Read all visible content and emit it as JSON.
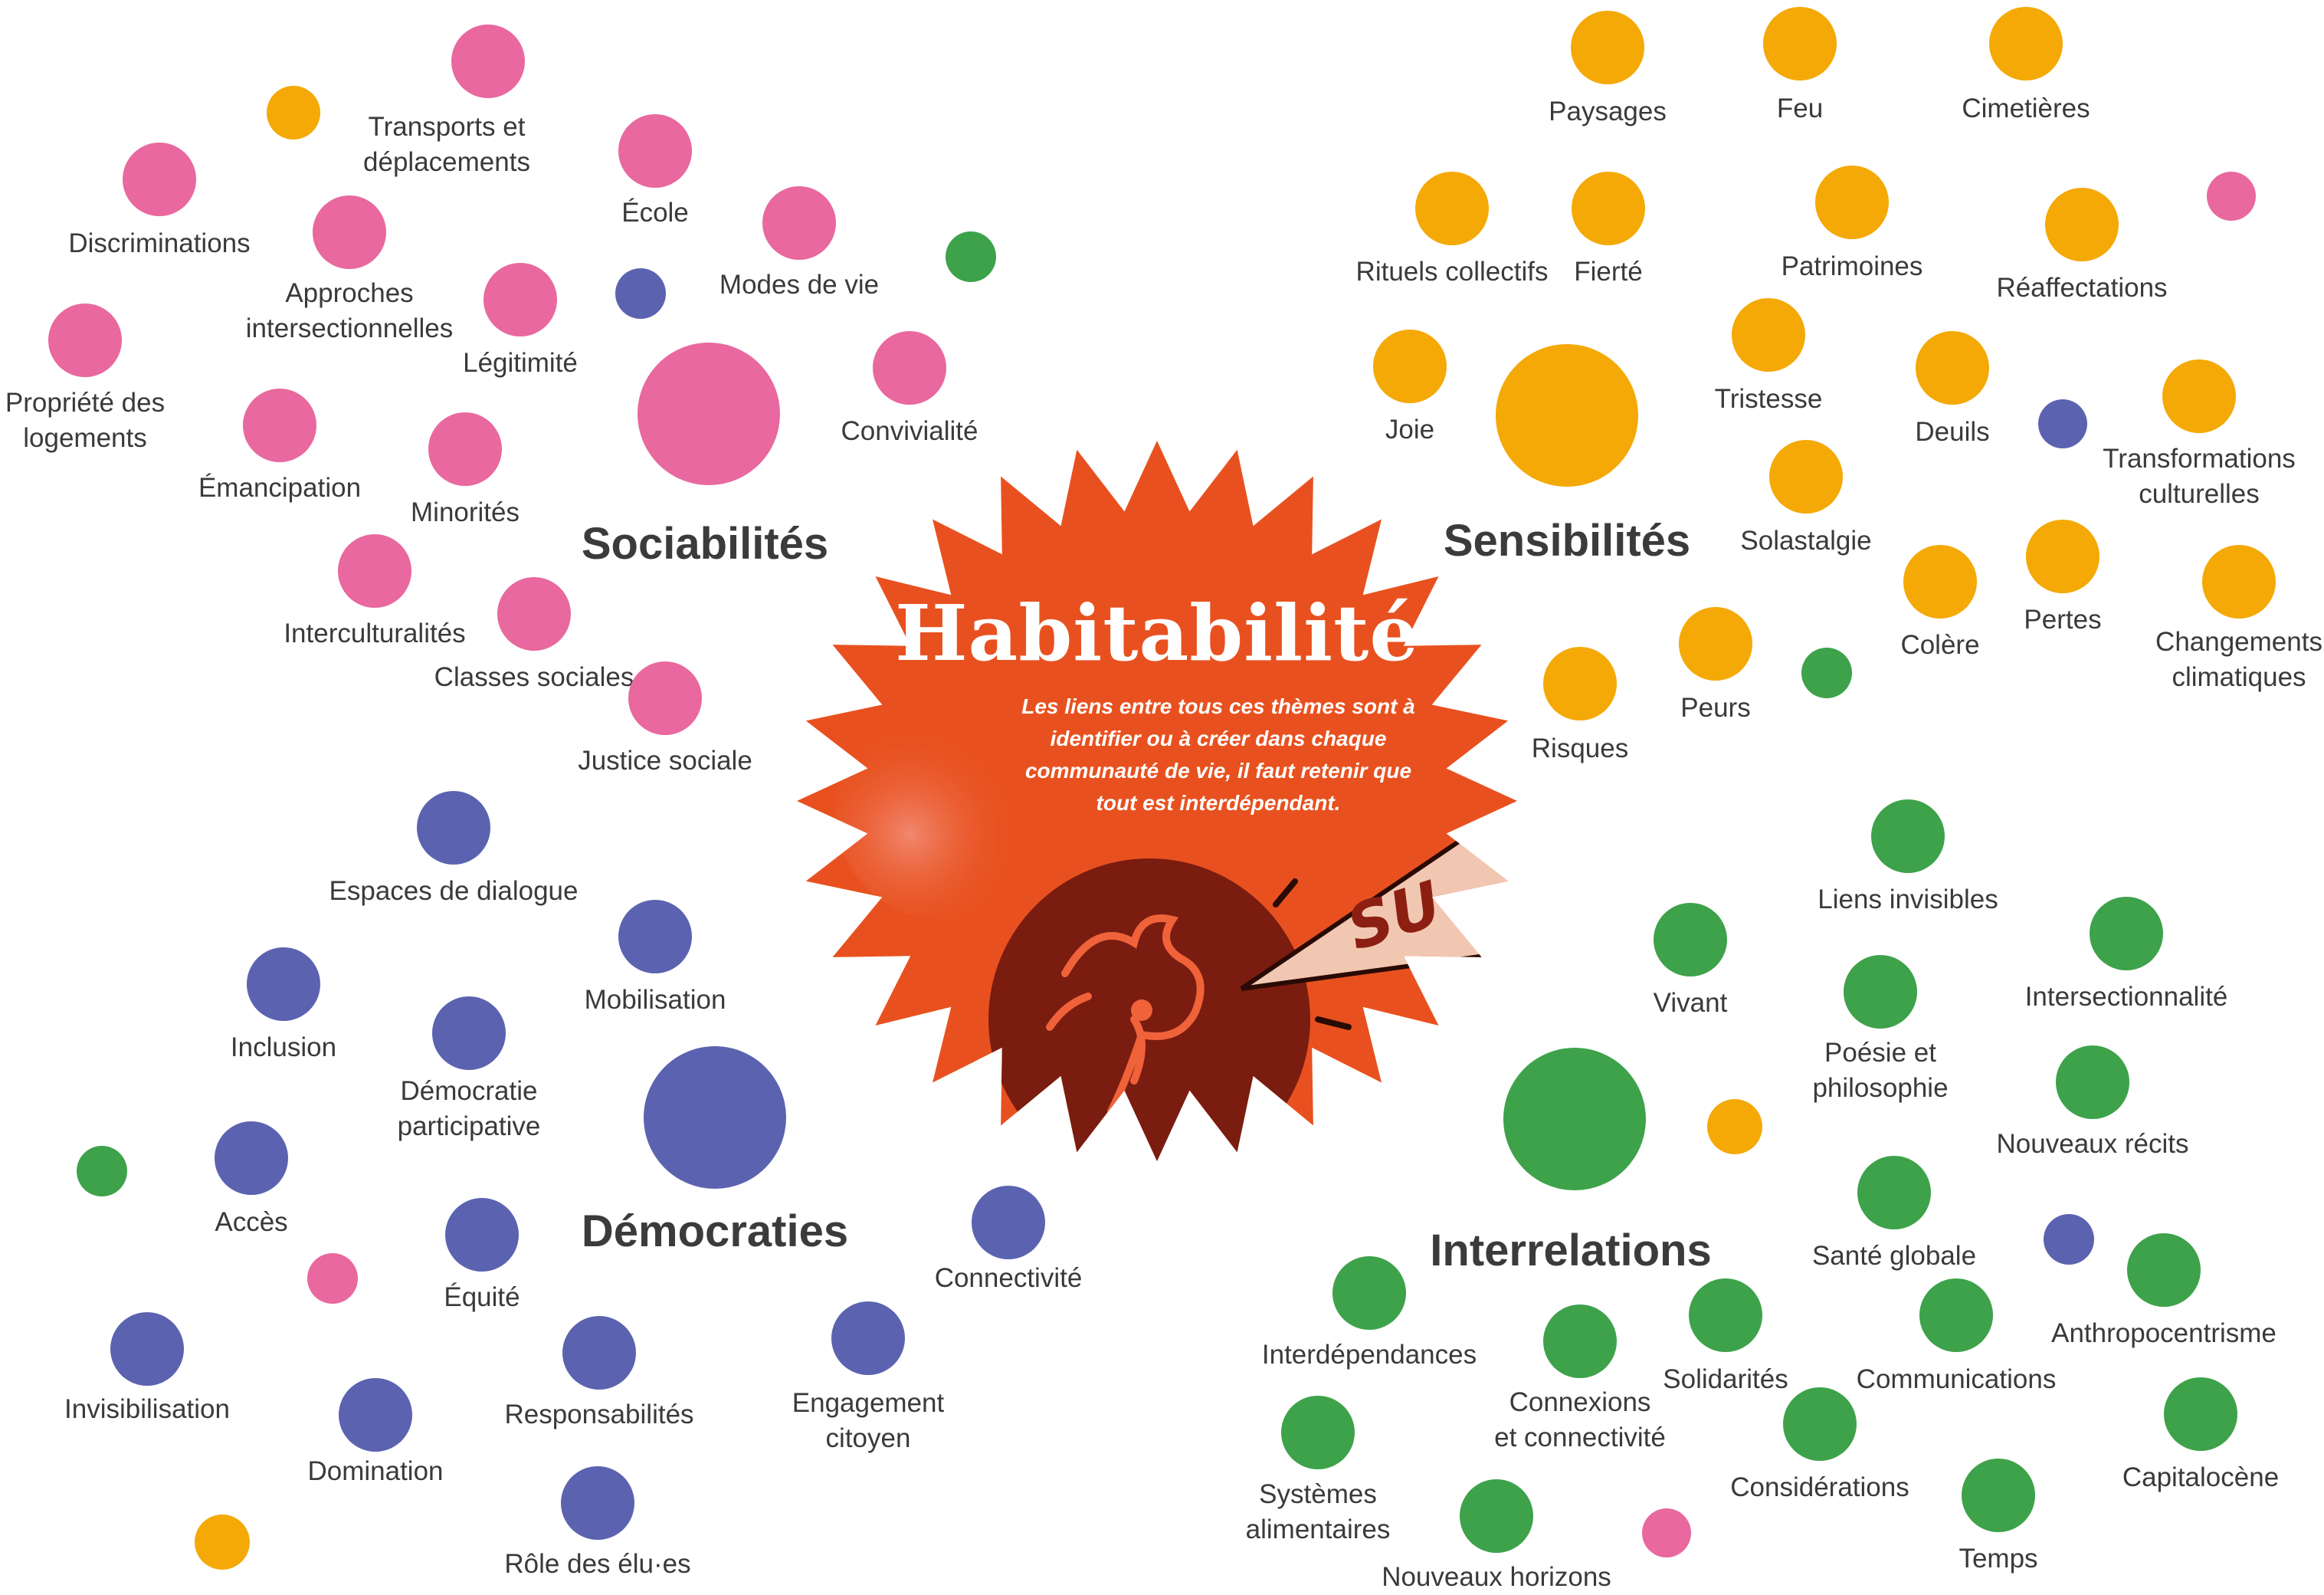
{
  "colors": {
    "sociabilites": "#e8689f",
    "sensibilites": "#f4a906",
    "democraties": "#5b63b0",
    "interrelations": "#3da24a",
    "star_fill": "#e8511f",
    "star_dark": "#8c1f12",
    "text": "#3a3a3a"
  },
  "center": {
    "title": "Habitabilité",
    "note": "Les liens entre tous ces thèmes sont à identifier ou à créer dans chaque communauté de vie, il faut retenir que tout est interdépendant.",
    "banner_text": "SU"
  },
  "groups": [
    {
      "key": "sociabilites",
      "title": "Sociabilités",
      "color": "#e8689f"
    },
    {
      "key": "sensibilites",
      "title": "Sensibilités",
      "color": "#f4a906"
    },
    {
      "key": "democraties",
      "title": "Démocraties",
      "color": "#5b63b0"
    },
    {
      "key": "interrelations",
      "title": "Interrelations",
      "color": "#3da24a"
    }
  ],
  "themes": [
    {
      "label": "Transports et\ndéplacements",
      "group": "sociabilites"
    },
    {
      "label": "École",
      "group": "sociabilites"
    },
    {
      "label": "Discriminations",
      "group": "sociabilites"
    },
    {
      "label": "Approches\nintersectionnelles",
      "group": "sociabilites"
    },
    {
      "label": "Modes de vie",
      "group": "sociabilites"
    },
    {
      "label": "Légitimité",
      "group": "sociabilites"
    },
    {
      "label": "Propriété des\nlogements",
      "group": "sociabilites"
    },
    {
      "label": "Convivialité",
      "group": "sociabilites"
    },
    {
      "label": "Émancipation",
      "group": "sociabilites"
    },
    {
      "label": "Minorités",
      "group": "sociabilites"
    },
    {
      "label": "Interculturalités",
      "group": "sociabilites"
    },
    {
      "label": "Classes sociales",
      "group": "sociabilites"
    },
    {
      "label": "Justice sociale",
      "group": "sociabilites"
    },
    {
      "label": "Paysages",
      "group": "sensibilites"
    },
    {
      "label": "Feu",
      "group": "sensibilites"
    },
    {
      "label": "Cimetières",
      "group": "sensibilites"
    },
    {
      "label": "Rituels collectifs",
      "group": "sensibilites"
    },
    {
      "label": "Fierté",
      "group": "sensibilites"
    },
    {
      "label": "Patrimoines",
      "group": "sensibilites"
    },
    {
      "label": "Réaffectations",
      "group": "sensibilites"
    },
    {
      "label": "Joie",
      "group": "sensibilites"
    },
    {
      "label": "Tristesse",
      "group": "sensibilites"
    },
    {
      "label": "Deuils",
      "group": "sensibilites"
    },
    {
      "label": "Transformations\nculturelles",
      "group": "sensibilites"
    },
    {
      "label": "Solastalgie",
      "group": "sensibilites"
    },
    {
      "label": "Colère",
      "group": "sensibilites"
    },
    {
      "label": "Pertes",
      "group": "sensibilites"
    },
    {
      "label": "Changements\nclimatiques",
      "group": "sensibilites"
    },
    {
      "label": "Peurs",
      "group": "sensibilites"
    },
    {
      "label": "Risques",
      "group": "sensibilites"
    },
    {
      "label": "Espaces de dialogue",
      "group": "democraties"
    },
    {
      "label": "Mobilisation",
      "group": "democraties"
    },
    {
      "label": "Inclusion",
      "group": "democraties"
    },
    {
      "label": "Démocratie\nparticipative",
      "group": "democraties"
    },
    {
      "label": "Accès",
      "group": "democraties"
    },
    {
      "label": "Équité",
      "group": "democraties"
    },
    {
      "label": "Connectivité",
      "group": "democraties"
    },
    {
      "label": "Invisibilisation",
      "group": "democraties"
    },
    {
      "label": "Domination",
      "group": "democraties"
    },
    {
      "label": "Responsabilités",
      "group": "democraties"
    },
    {
      "label": "Engagement\ncitoyen",
      "group": "democraties"
    },
    {
      "label": "Rôle des élu·es",
      "group": "democraties"
    },
    {
      "label": "Liens invisibles",
      "group": "interrelations"
    },
    {
      "label": "Vivant",
      "group": "interrelations"
    },
    {
      "label": "Intersectionnalité",
      "group": "interrelations"
    },
    {
      "label": "Poésie et\nphilosophie",
      "group": "interrelations"
    },
    {
      "label": "Nouveaux récits",
      "group": "interrelations"
    },
    {
      "label": "Santé globale",
      "group": "interrelations"
    },
    {
      "label": "Anthropocentrisme",
      "group": "interrelations"
    },
    {
      "label": "Interdépendances",
      "group": "interrelations"
    },
    {
      "label": "Connexions\net connectivité",
      "group": "interrelations"
    },
    {
      "label": "Solidarités",
      "group": "interrelations"
    },
    {
      "label": "Communications",
      "group": "interrelations"
    },
    {
      "label": "Systèmes\nalimentaires",
      "group": "interrelations"
    },
    {
      "label": "Nouveaux horizons",
      "group": "interrelations"
    },
    {
      "label": "Considérations",
      "group": "interrelations"
    },
    {
      "label": "Temps",
      "group": "interrelations"
    },
    {
      "label": "Capitalocène",
      "group": "interrelations"
    }
  ],
  "unlabeled_dots": [
    "sensibilites",
    "democraties",
    "interrelations",
    "sociabilites",
    "democraties",
    "interrelations",
    "sensibilites",
    "democraties",
    "interrelations",
    "sociabilites",
    "sensibilites",
    "sociabilites"
  ]
}
